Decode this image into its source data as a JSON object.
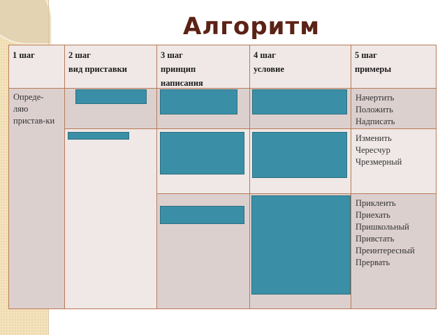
{
  "slide": {
    "title": "Алгоритм"
  },
  "table": {
    "headers": [
      {
        "step": "1 шаг",
        "label": ""
      },
      {
        "step": "2 шаг",
        "label": "вид приставки"
      },
      {
        "step": "3 шаг",
        "label": "принцип написания"
      },
      {
        "step": "4 шаг",
        "label": "условие"
      },
      {
        "step": "5 шаг",
        "label": "примеры"
      }
    ],
    "step1_text": "Опреде-ляю пристав-ки",
    "examples": [
      [
        "Начертить",
        "Положить",
        "Надписать"
      ],
      [
        "Изменить",
        "Чересчур",
        "Чрезмерный"
      ],
      [
        "Приклеить",
        "Приехать",
        "Пришкольный",
        "Привстать",
        "Преинтересный",
        "Прервать"
      ]
    ]
  },
  "colors": {
    "title": "#5b2216",
    "border": "#b87a55",
    "hidden_box": "#3a8fa7",
    "cell_light": "#efe8e6",
    "cell_dark": "#dcd0cf"
  }
}
